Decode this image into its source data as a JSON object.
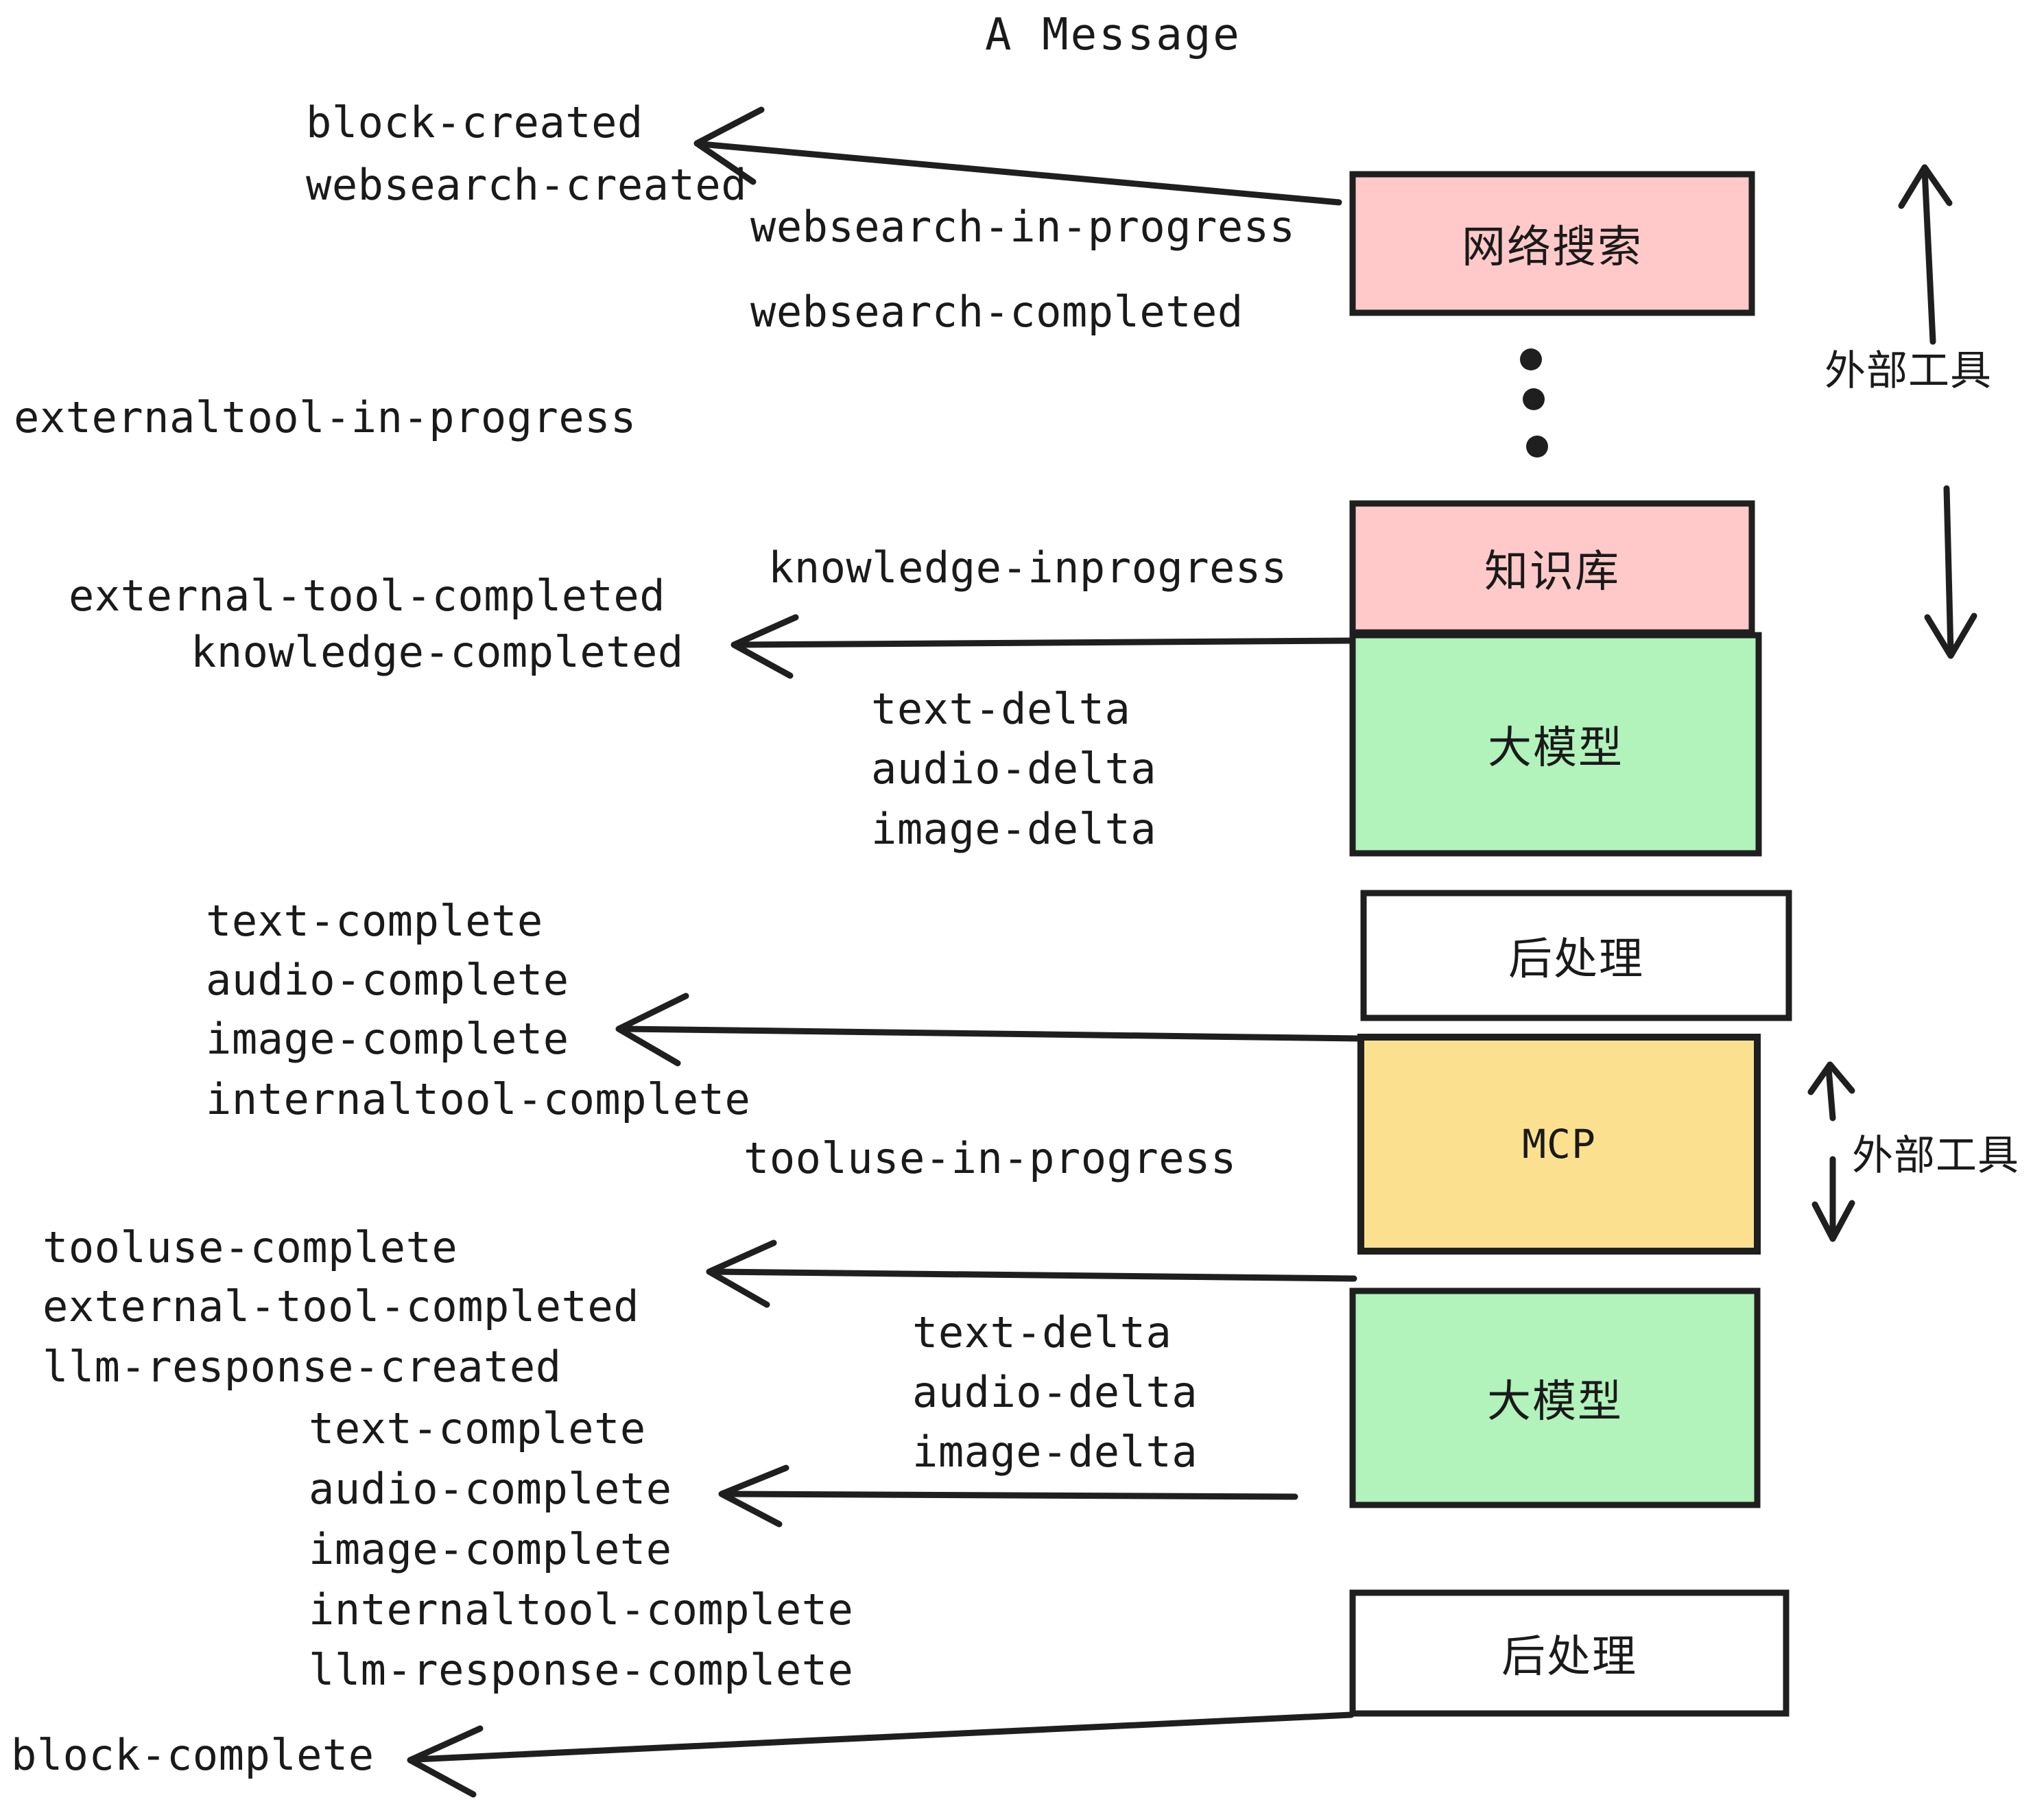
{
  "diagram": {
    "title": "A Message",
    "palette": {
      "external_tool_fill": "#FFC9C9",
      "llm_fill": "#B2F2BB",
      "mcp_fill": "#FBE18F",
      "postprocess_fill": "#FFFFFF",
      "stroke": "#1F1F1F",
      "text": "#1A1A1A",
      "background": "#FFFFFF"
    },
    "nodes": [
      {
        "id": "websearch",
        "label": "网络搜索",
        "kind": "external-tool",
        "fill": "#FFC9C9"
      },
      {
        "id": "knowledge",
        "label": "知识库",
        "kind": "external-tool",
        "fill": "#FFC9C9"
      },
      {
        "id": "llm-1",
        "label": "大模型",
        "kind": "llm",
        "fill": "#B2F2BB"
      },
      {
        "id": "postprocess-1",
        "label": "后处理",
        "kind": "post-process",
        "fill": "#FFFFFF"
      },
      {
        "id": "mcp",
        "label": "MCP",
        "kind": "external-tool",
        "fill": "#FBE18F"
      },
      {
        "id": "llm-2",
        "label": "大模型",
        "kind": "llm",
        "fill": "#B2F2BB"
      },
      {
        "id": "postprocess-2",
        "label": "后处理",
        "kind": "post-process",
        "fill": "#FFFFFF"
      }
    ],
    "brackets": [
      {
        "id": "external-tool-bracket-top",
        "label": "外部工具"
      },
      {
        "id": "external-tool-bracket-bottom",
        "label": "外部工具"
      }
    ],
    "ellipsis": {
      "dots": 3,
      "meaning": "more external tools omitted"
    },
    "events": {
      "block_created": "block-created",
      "websearch_created": "websearch-created",
      "websearch_in_progress": "websearch-in-progress",
      "websearch_completed": "websearch-completed",
      "externaltool_in_progress": "externaltool-in-progress",
      "knowledge_inprogress": "knowledge-inprogress",
      "external_tool_completed_1": "external-tool-completed",
      "knowledge_completed": "knowledge-completed",
      "text_delta_1": "text-delta",
      "audio_delta_1": "audio-delta",
      "image_delta_1": "image-delta",
      "text_complete_1": "text-complete",
      "audio_complete_1": "audio-complete",
      "image_complete_1": "image-complete",
      "internaltool_complete_1": "internaltool-complete",
      "tooluse_in_progress": "tooluse-in-progress",
      "tooluse_complete": "tooluse-complete",
      "external_tool_completed_2": "external-tool-completed",
      "llm_response_created": "llm-response-created",
      "text_delta_2": "text-delta",
      "audio_delta_2": "audio-delta",
      "image_delta_2": "image-delta",
      "text_complete_2": "text-complete",
      "audio_complete_2": "audio-complete",
      "image_complete_2": "image-complete",
      "internaltool_complete_2": "internaltool-complete",
      "llm_response_complete": "llm-response-complete",
      "block_complete": "block-complete"
    }
  }
}
